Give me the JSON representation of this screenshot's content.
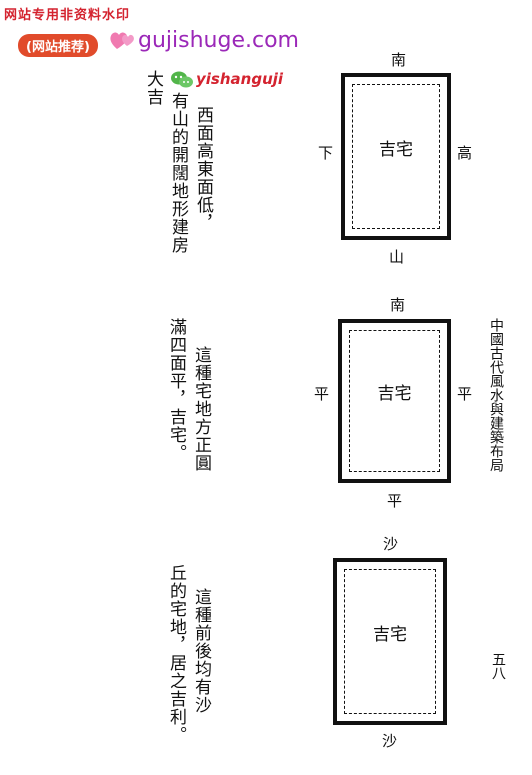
{
  "watermark": {
    "top_notice": "网站专用非资料水印",
    "tag_label": "(网站推荐)",
    "site_main": "gujishuge.com",
    "site_alt": "yishanguji",
    "icons": [
      "heart-icon",
      "chat-bubble-icon"
    ],
    "colors": {
      "red": "#d4232f",
      "purple": "#9b28b8",
      "tag_bg": "#e14b2b"
    }
  },
  "page": {
    "side_title": "中國古代風水與建築布局",
    "page_number": "五八"
  },
  "sections": [
    {
      "text_columns": [
        "西面高東面低，",
        "有山的開闊地形建房",
        "大吉"
      ],
      "plan": {
        "center": "吉宅",
        "top": "南",
        "bottom": "山",
        "left": "下",
        "right": "高"
      }
    },
    {
      "text_columns": [
        "這種宅地方正圓",
        "滿四面平，吉宅。"
      ],
      "plan": {
        "center": "吉宅",
        "top": "南",
        "bottom": "平",
        "left": "平",
        "right": "平"
      }
    },
    {
      "text_columns": [
        "這種前後均有沙",
        "丘的宅地，居之吉利。"
      ],
      "plan": {
        "center": "吉宅",
        "top": "沙",
        "bottom": "沙"
      }
    }
  ]
}
